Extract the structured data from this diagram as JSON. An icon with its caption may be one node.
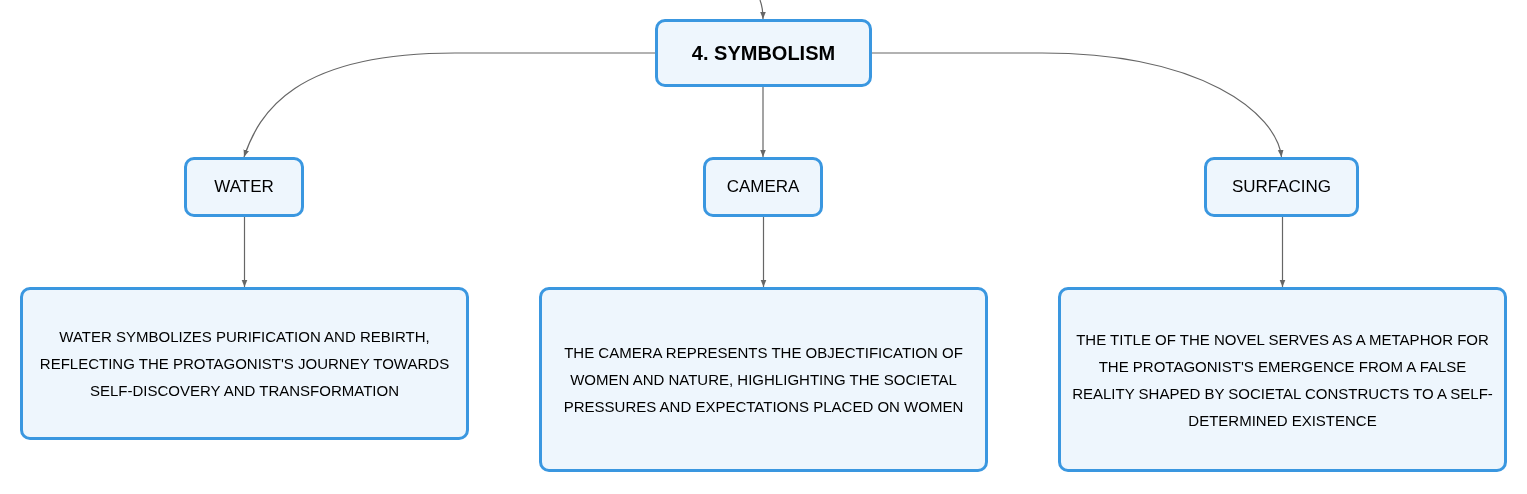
{
  "diagram": {
    "nodes": [
      {
        "text": [
          "4. SYMBOLISM"
        ]
      },
      {
        "text": [
          "WATER"
        ]
      },
      {
        "text": [
          "CAMERA"
        ]
      },
      {
        "text": [
          "SURFACING"
        ]
      },
      {
        "text": [
          "WATER SYMBOLIZES PURIFICATION AND REBIRTH, REFLECTING THE PROTAGONIST'S JOURNEY TOWARDS SELF-DISCOVERY AND TRANSFORMATION"
        ]
      },
      {
        "text": [
          "THE CAMERA REPRESENTS THE OBJECTIFICATION OF WOMEN AND NATURE, HIGHLIGHTING THE SOCIETAL PRESSURES AND EXPECTATIONS PLACED ON WOMEN"
        ]
      },
      {
        "text": [
          "THE TITLE OF THE NOVEL SERVES AS A METAPHOR FOR THE PROTAGONIST'S EMERGENCE FROM A FALSE REALITY SHAPED BY SOCIETAL CONSTRUCTS TO A SELF-DETERMINED EXISTENCE"
        ]
      }
    ],
    "edges": [
      {
        "from": null,
        "to": 0,
        "arrow": "to"
      },
      {
        "from": 0,
        "to": 1,
        "arrow": "to"
      },
      {
        "from": 0,
        "to": 2,
        "arrow": "to"
      },
      {
        "from": 0,
        "to": 3,
        "arrow": "to"
      },
      {
        "from": 1,
        "to": 4,
        "arrow": "to"
      },
      {
        "from": 2,
        "to": 5,
        "arrow": "to"
      },
      {
        "from": 3,
        "to": 6,
        "arrow": "to"
      }
    ]
  }
}
